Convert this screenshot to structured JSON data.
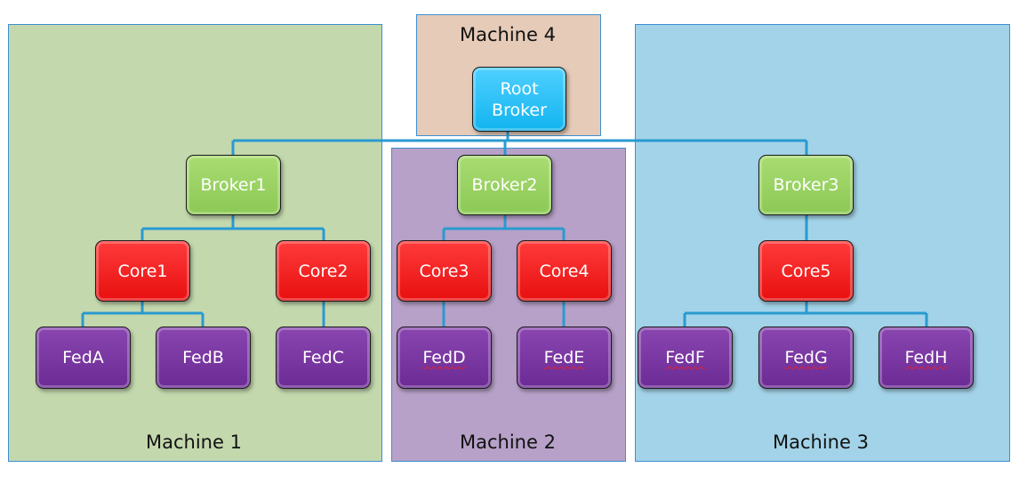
{
  "machines": {
    "m1": "Machine 1",
    "m2": "Machine 2",
    "m3": "Machine 3",
    "m4": "Machine 4"
  },
  "root": {
    "line1": "Root",
    "line2": "Broker"
  },
  "brokers": [
    "Broker1",
    "Broker2",
    "Broker3"
  ],
  "cores": [
    "Core1",
    "Core2",
    "Core3",
    "Core4",
    "Core5"
  ],
  "feds": [
    "FedA",
    "FedB",
    "FedC",
    "FedD",
    "FedE",
    "FedF",
    "FedG",
    "FedH"
  ],
  "colors": {
    "root": "#12b4ef",
    "broker": "#8cc955",
    "core": "#e80f0f",
    "fed": "#6b2a94",
    "connector": "#2a9ad0"
  }
}
